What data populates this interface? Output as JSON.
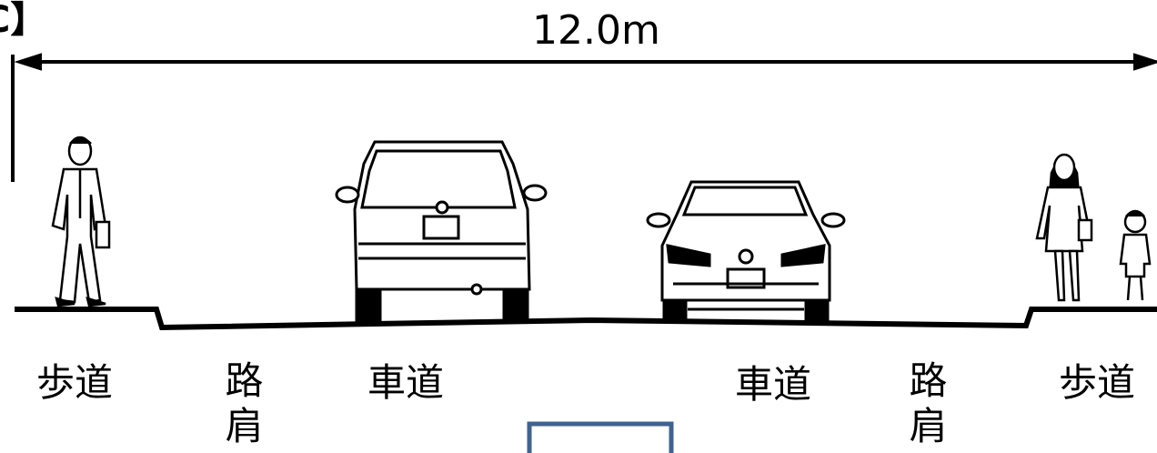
{
  "header": {
    "bracket_fragment": "C】"
  },
  "dimension": {
    "width_label": "12.0m"
  },
  "labels": {
    "sidewalk_left": "歩道",
    "shoulder_left": "路肩",
    "carriageway_left": "車道",
    "carriageway_right": "車道",
    "shoulder_right": "路肩",
    "sidewalk_right": "歩道"
  },
  "colors": {
    "line": "#000000",
    "box_outline": "#3f6291",
    "background": "#ffffff"
  }
}
